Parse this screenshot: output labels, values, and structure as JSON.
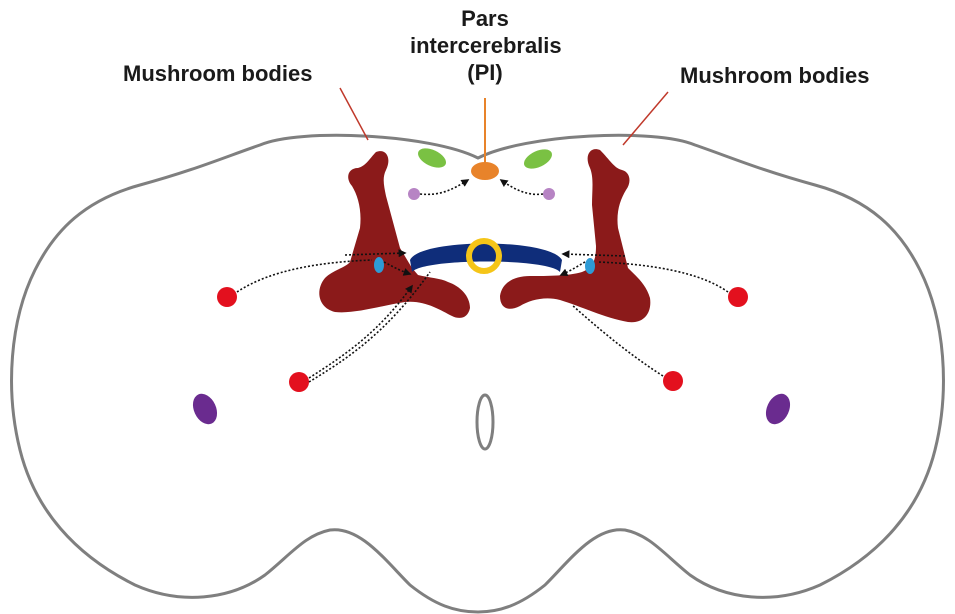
{
  "labels": {
    "mushroom_bodies_left": "Mushroom bodies",
    "mushroom_bodies_right": "Mushroom bodies",
    "pi_line1": "Pars",
    "pi_line2": "intercerebralis",
    "pi_line3": "(PI)"
  },
  "colors": {
    "brain_outline": "#7f7f7f",
    "mushroom_bodies": "#8b1a1a",
    "pars_intercerebralis": "#e8832a",
    "green_clusters": "#7ac143",
    "lilac_neurons": "#b784c4",
    "blue_cells": "#2e9bd6",
    "central_bar": "#0f2d7a",
    "ring": "#f5c518",
    "red_neurons": "#e3101e",
    "purple_neurons": "#6a2b8f",
    "leader_lines": "#c0392b"
  }
}
